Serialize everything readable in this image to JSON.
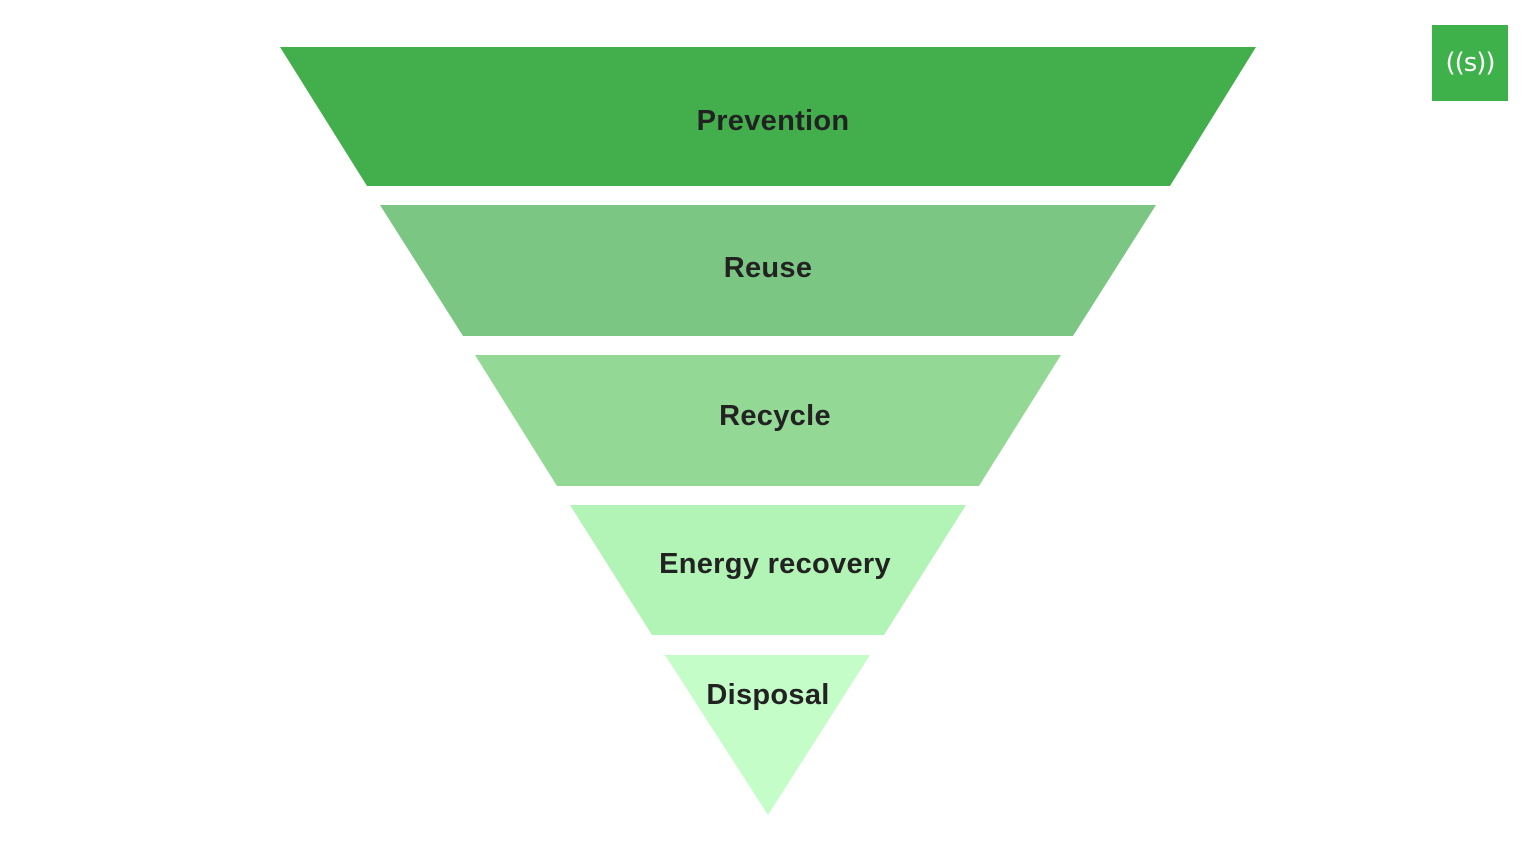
{
  "diagram": {
    "type": "inverted-pyramid",
    "title": "Waste hierarchy",
    "layers": [
      {
        "label": "Prevention",
        "color": "#43ae4c"
      },
      {
        "label": "Reuse",
        "color": "#7bc683"
      },
      {
        "label": "Recycle",
        "color": "#93d895"
      },
      {
        "label": "Energy recovery",
        "color": "#b2f4b5"
      },
      {
        "label": "Disposal",
        "color": "#c5fdc8"
      }
    ]
  },
  "logo": {
    "text": "((s))",
    "icon": "signal-s-logo",
    "color": "#3fb14b"
  }
}
